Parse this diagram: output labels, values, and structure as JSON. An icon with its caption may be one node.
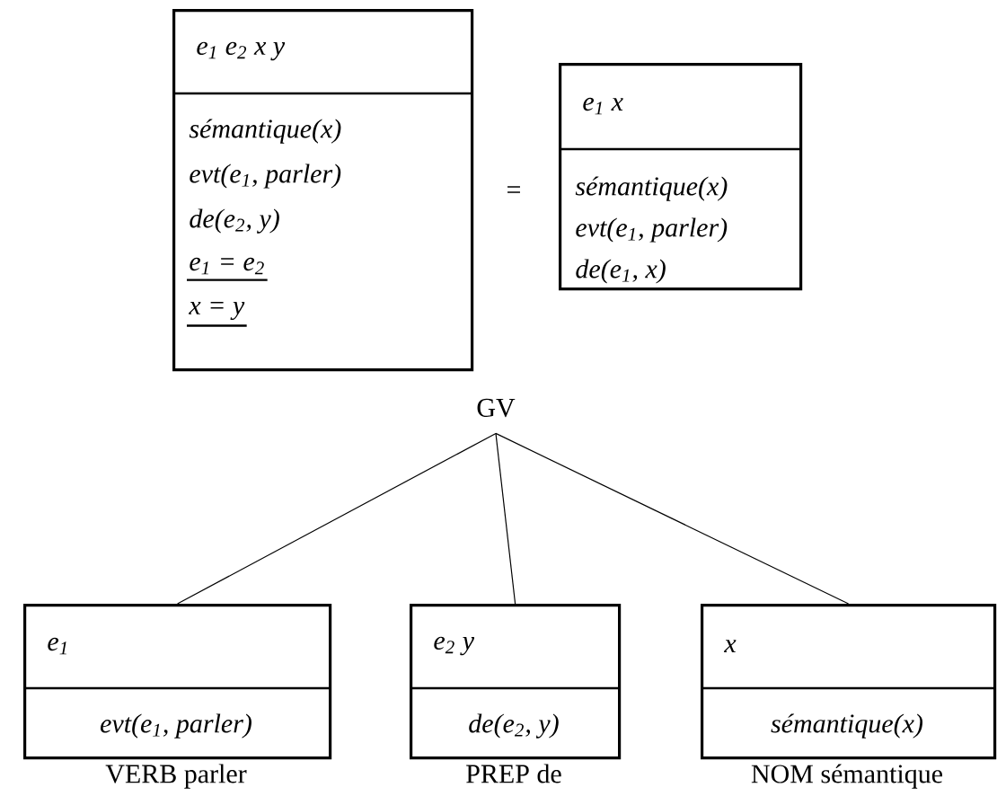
{
  "diagram": {
    "nodes": [
      {
        "text": [
          "e$_{1}$ e$_{2}$ x y",
          "sémantique(x)",
          "evt(e$_{1}$, parler)",
          "de(e$_{2}$, y)",
          "e$_{1}$ = e$_{2}$",
          "x = y"
        ]
      },
      {
        "text": [
          "e$_{1}$ x",
          "sémantique(x)",
          "evt(e$_{1}$, parler)",
          "de(e$_{1}$, x)"
        ]
      },
      {
        "text": [
          "GV"
        ]
      },
      {
        "text": [
          "e$_{1}$",
          "evt(e$_{1}$, parler)"
        ],
        "beside": [
          "VERB parler"
        ]
      },
      {
        "text": [
          "e$_{2}$ y",
          "de(e$_{2}$, y)"
        ],
        "beside": [
          "PREP de"
        ]
      },
      {
        "text": [
          "x",
          "sémantique(x)"
        ],
        "beside": [
          "NOM sémantique"
        ]
      }
    ],
    "edges": [
      {
        "from": 2,
        "to": 3,
        "arrow": "none"
      },
      {
        "from": 2,
        "to": 4,
        "arrow": "none"
      },
      {
        "from": 2,
        "to": 5,
        "arrow": "none"
      }
    ],
    "labels": [
      "="
    ]
  }
}
